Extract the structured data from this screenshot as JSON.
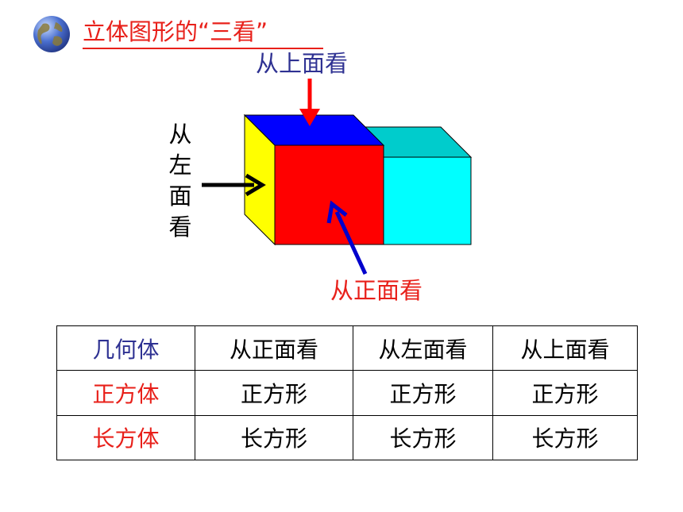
{
  "title": "立体图形的“三看”",
  "labels": {
    "top": "从上面看",
    "left": "从左面看",
    "front": "从正面看"
  },
  "table": {
    "headers": [
      "几何体",
      "从正面看",
      "从左面看",
      "从上面看"
    ],
    "rows": [
      [
        "正方体",
        "正方形",
        "正方形",
        "正方形"
      ],
      [
        "长方体",
        "长方形",
        "长方形",
        "长方形"
      ]
    ]
  },
  "colors": {
    "title": "#e8201a",
    "header": "#2e3192",
    "row_label": "#e8201a",
    "cube_front": "#ff0000",
    "cube_top": "#0000ff",
    "cube_left": "#ffff00",
    "box_cyan": "#00ffff",
    "arrow_top": "#ff0000",
    "arrow_front": "#0000cc",
    "arrow_left": "#000000"
  },
  "icons": {
    "globe": "globe-icon"
  }
}
